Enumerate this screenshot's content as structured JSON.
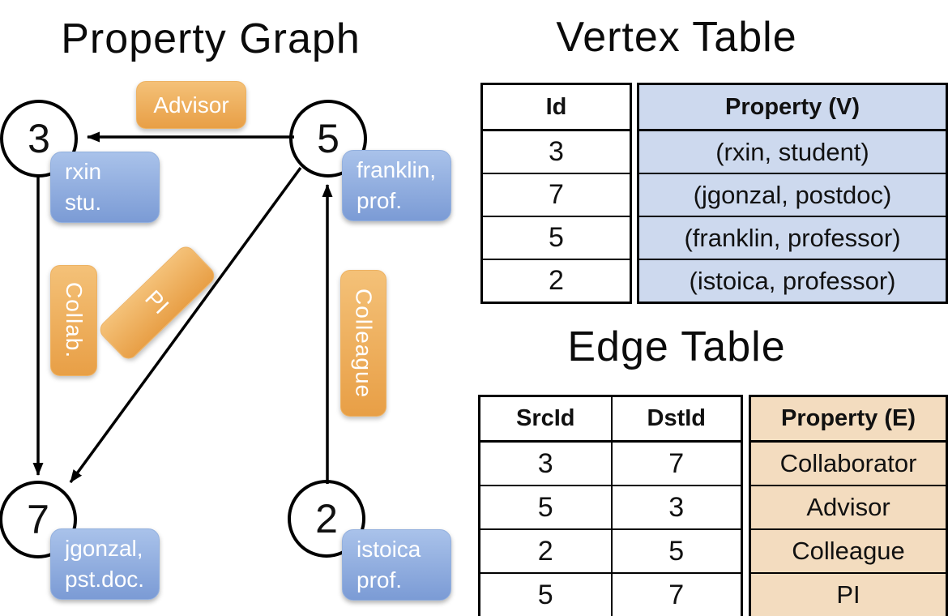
{
  "colors": {
    "node_fill": "#ffffff",
    "node_border": "#000000",
    "vertex_box_gradient_top": "#a9c2ea",
    "vertex_box_gradient_bottom": "#7b9bd5",
    "edge_box_gradient_top": "#f4c178",
    "edge_box_gradient_bottom": "#e89f46",
    "vertex_property_column_bg": "#cdd9ee",
    "edge_property_column_bg": "#f3dcbf",
    "arrow_color": "#000000"
  },
  "diagram": {
    "title": "Property Graph",
    "nodes": [
      {
        "id": "3"
      },
      {
        "id": "5"
      },
      {
        "id": "7"
      },
      {
        "id": "2"
      }
    ],
    "vertex_labels": [
      {
        "line1": "rxin",
        "line2": "stu."
      },
      {
        "line1": "franklin,",
        "line2": "prof."
      },
      {
        "line1": "jgonzal,",
        "line2": "pst.doc."
      },
      {
        "line1": "istoica",
        "line2": "prof."
      }
    ],
    "edge_labels": {
      "advisor": "Advisor",
      "collab": "Collab.",
      "pi": "PI",
      "colleague": "Colleague"
    }
  },
  "vertex_table": {
    "title": "Vertex Table",
    "id_header": "Id",
    "property_header": "Property (V)",
    "rows": [
      {
        "id": "3",
        "property": "(rxin, student)"
      },
      {
        "id": "7",
        "property": "(jgonzal, postdoc)"
      },
      {
        "id": "5",
        "property": "(franklin, professor)"
      },
      {
        "id": "2",
        "property": "(istoica, professor)"
      }
    ]
  },
  "edge_table": {
    "title": "Edge Table",
    "src_header": "SrcId",
    "dst_header": "DstId",
    "property_header": "Property (E)",
    "rows": [
      {
        "src": "3",
        "dst": "7",
        "property": "Collaborator"
      },
      {
        "src": "5",
        "dst": "3",
        "property": "Advisor"
      },
      {
        "src": "2",
        "dst": "5",
        "property": "Colleague"
      },
      {
        "src": "5",
        "dst": "7",
        "property": "PI"
      }
    ]
  }
}
